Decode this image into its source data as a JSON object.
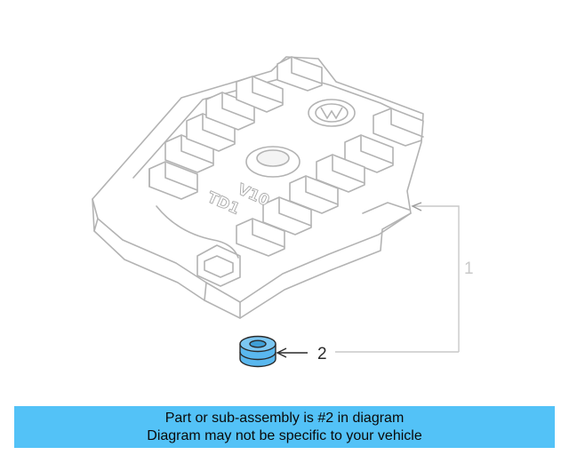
{
  "diagram": {
    "engraving": {
      "model": "V10",
      "engine": "TD1"
    },
    "callouts": [
      {
        "number": "1"
      },
      {
        "number": "2"
      }
    ],
    "colors": {
      "line_art": "#b3b3b3",
      "highlight_part": "#5ab8ef",
      "callout_line": "#c9c9c9",
      "callout_text": "#2a2a2a"
    },
    "icons": {
      "engine_cover": "engine-cover-icon",
      "brand_logo": "vw-logo-icon",
      "grommet": "grommet-icon"
    }
  },
  "banner": {
    "line1": "Part or sub-assembly is #2 in diagram",
    "line2": "Diagram may not be specific to your vehicle",
    "color": "#53c2f7"
  }
}
